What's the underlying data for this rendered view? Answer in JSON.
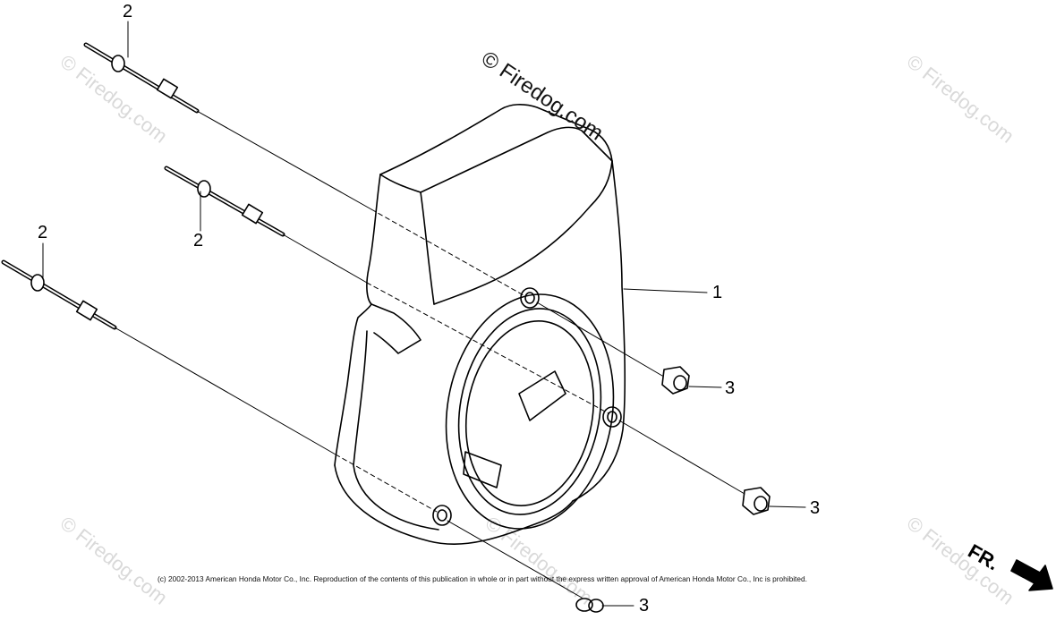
{
  "watermark": {
    "main": "© Firedog.com",
    "faint": "© Firedog.com"
  },
  "callouts": {
    "part_1": "1",
    "stud_top": "2",
    "stud_middle": "2",
    "stud_left": "2",
    "nut_upper": "3",
    "nut_middle": "3",
    "nut_lower": "3"
  },
  "direction_marker": "FR.",
  "copyright_notice": "(c) 2002-2013 American Honda Motor Co., Inc. Reproduction of the contents of this publication in whole or in part without the express written approval of American Honda Motor Co., Inc is prohibited."
}
